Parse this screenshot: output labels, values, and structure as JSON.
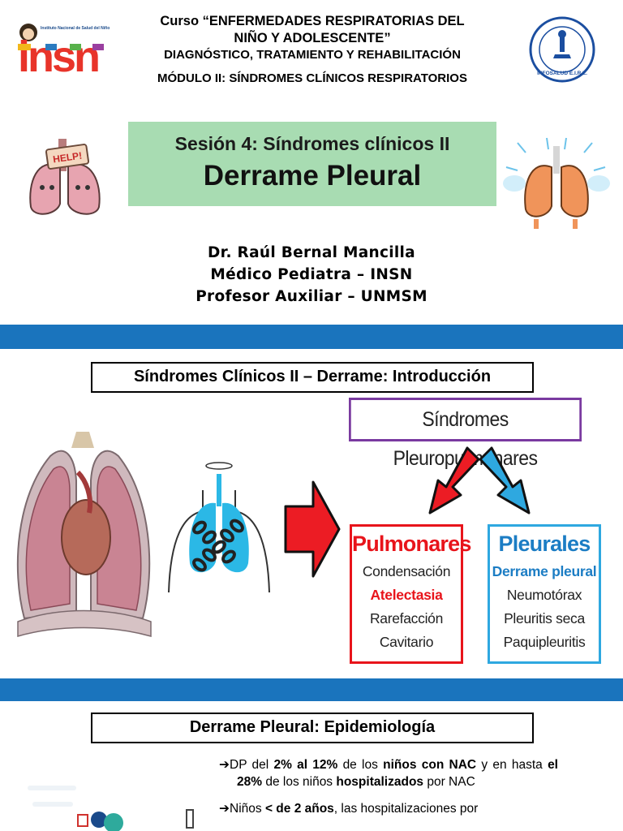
{
  "slide1": {
    "course_line1": "Curso “ENFERMEDADES RESPIRATORIAS DEL",
    "course_line2": "NIÑO Y ADOLESCENTE”",
    "course_line3": "DIAGNÓSTICO, TRATAMIENTO Y REHABILITACIÓN",
    "course_line4": "MÓDULO II: SÍNDROMES CLÍNICOS RESPIRATORIOS",
    "logo_left_caption": "Instituto Nacional de Salud del Niño",
    "logo_left_text": "insn",
    "logo_right_text": "INFOSALUD E.I.R.L.",
    "lungs_left_sign": "HELP!",
    "session": "Sesión 4: Síndromes clínicos II",
    "title": "Derrame Pleural",
    "author_name": "Dr. Raúl Bernal Mancilla",
    "author_role1": "Médico Pediatra – INSN",
    "author_role2": "Profesor Auxiliar – UNMSM"
  },
  "slide2": {
    "title": "Síndromes Clínicos II – Derrame: Introducción",
    "group_label": "Síndromes Pleuropulmonares",
    "pulmonares": {
      "heading": "Pulmonares",
      "items": [
        "Condensación",
        "Atelectasia",
        "Rarefacción",
        "Cavitario"
      ]
    },
    "pleurales": {
      "heading": "Pleurales",
      "items": [
        "Derrame pleural",
        "Neumotórax",
        "Pleuritis seca",
        "Paquipleuritis"
      ]
    }
  },
  "slide3": {
    "title": "Derrame Pleural: Epidemiología",
    "bullet_arrow": "➔",
    "b1": {
      "t1": "DP del ",
      "t2": "2% al 12%",
      "t3": " de los ",
      "t4": "niños con NAC",
      "t5": " y en hasta ",
      "t6": "el 28%",
      "t7": " de los niños ",
      "t8": "hospitalizados",
      "t9": " por NAC"
    },
    "b2": {
      "t1": "Niños ",
      "t2": "< de 2 años",
      "t3": ", las hospitalizaciones por"
    }
  },
  "colors": {
    "separator": "#1a74bd",
    "session_box": "#a8dcb2",
    "pulmonares": "#e8141b",
    "pleurales": "#1c7dc4",
    "group_border": "#7a3aa0"
  }
}
